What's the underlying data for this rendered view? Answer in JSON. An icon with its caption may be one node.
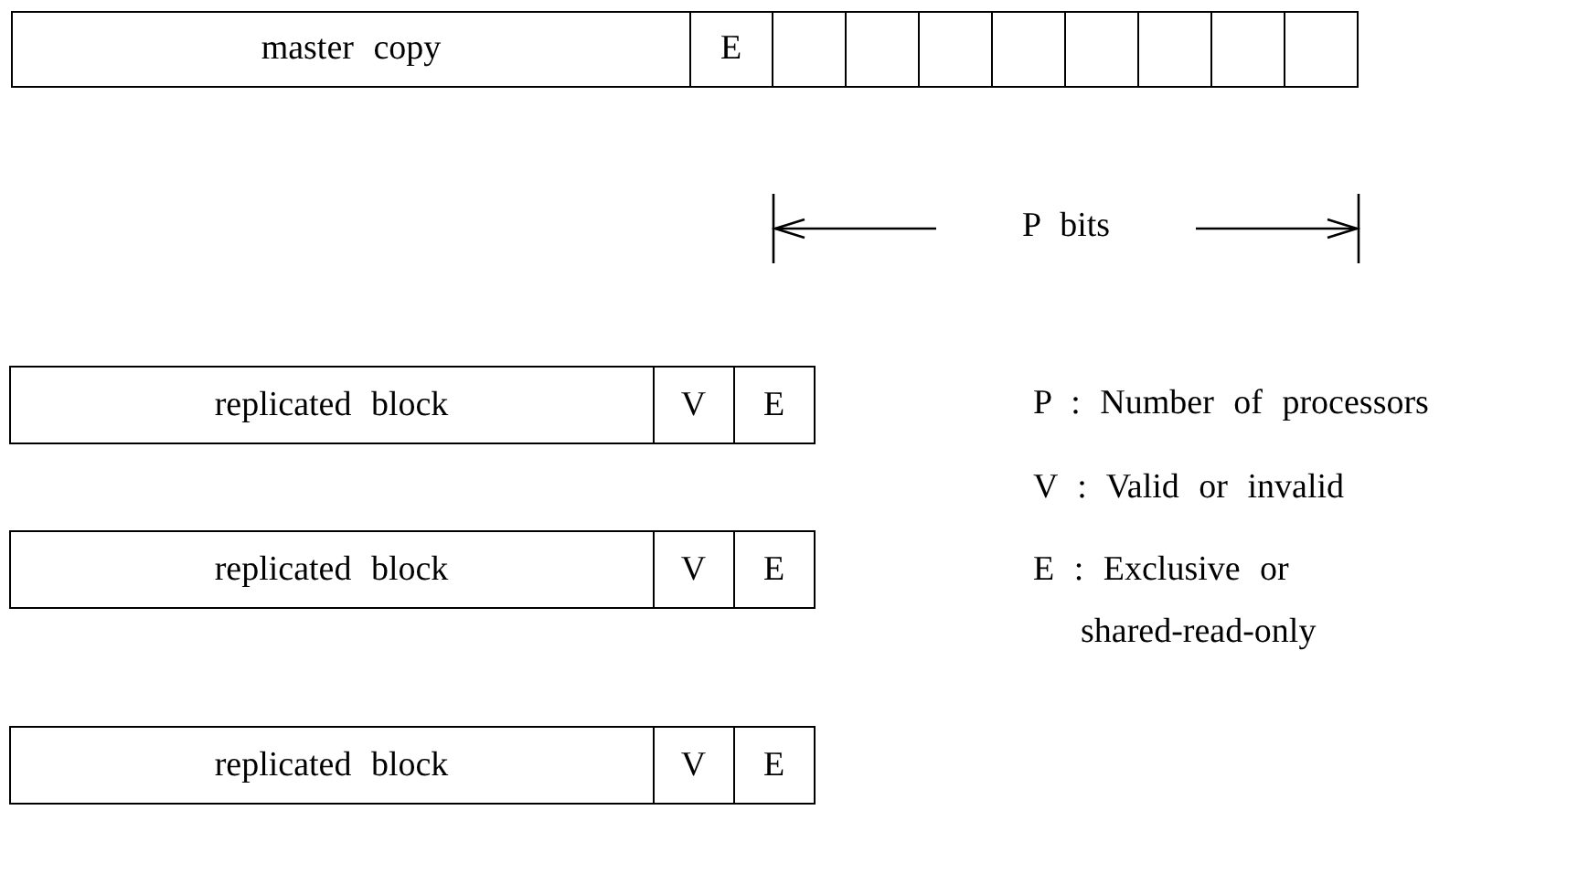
{
  "diagram": {
    "nodes": [
      {
        "text": [
          "master copy"
        ]
      },
      {
        "text": [
          "E"
        ]
      },
      {
        "text": [],
        "shape": "box"
      },
      {
        "text": [],
        "shape": "box"
      },
      {
        "text": [],
        "shape": "box"
      },
      {
        "text": [],
        "shape": "box"
      },
      {
        "text": [],
        "shape": "box"
      },
      {
        "text": [],
        "shape": "box"
      },
      {
        "text": [],
        "shape": "box"
      },
      {
        "text": [],
        "shape": "box"
      },
      {
        "text": [
          "replicated block"
        ]
      },
      {
        "text": [
          "V"
        ]
      },
      {
        "text": [
          "E"
        ]
      },
      {
        "text": [
          "replicated block"
        ]
      },
      {
        "text": [
          "V"
        ]
      },
      {
        "text": [
          "E"
        ]
      },
      {
        "text": [
          "replicated block"
        ]
      },
      {
        "text": [
          "V"
        ]
      },
      {
        "text": [
          "E"
        ]
      }
    ],
    "edges": [],
    "labels": [
      "P bits",
      "P : Number of processors",
      "V : Valid or invalid",
      "E : Exclusive or shared-read-only"
    ]
  }
}
